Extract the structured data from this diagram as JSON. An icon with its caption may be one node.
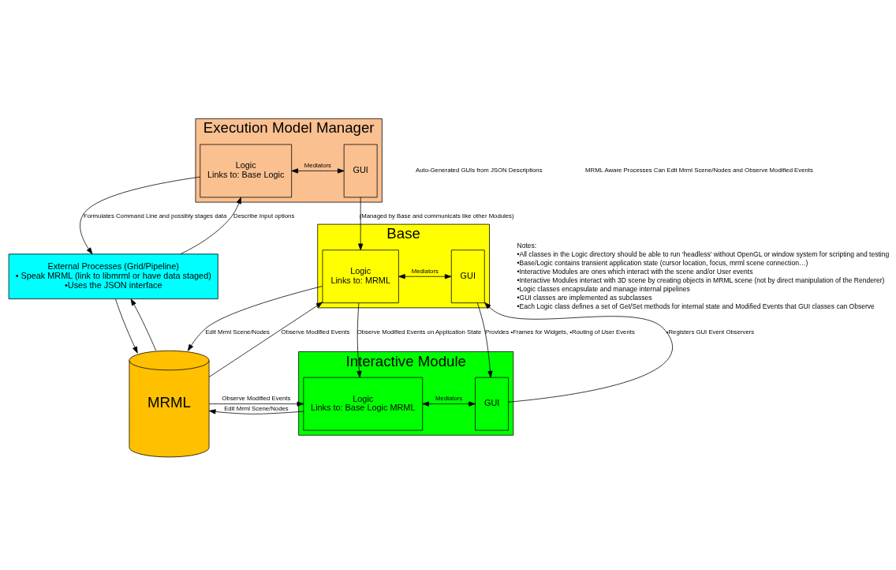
{
  "diagram": {
    "nodes": [
      {
        "text": [
          "Execution Model Manager"
        ]
      },
      {
        "text": [
          "Logic",
          "Links to: Base Logic"
        ],
        "in": 0
      },
      {
        "text": [
          "GUI"
        ],
        "in": 0
      },
      {
        "text": [
          "Base"
        ]
      },
      {
        "text": [
          "Logic",
          "Links to: MRML"
        ],
        "in": 3
      },
      {
        "text": [
          "GUI"
        ],
        "in": 3
      },
      {
        "text": [
          "MRML"
        ]
      },
      {
        "text": [
          "Interactive Module"
        ]
      },
      {
        "text": [
          "Logic",
          "Links to: Base Logic MRML"
        ],
        "in": 7
      },
      {
        "text": [
          "GUI"
        ],
        "in": 7
      },
      {
        "text": [
          "External Processes (Grid/Pipeline)",
          "• Speak MRML (link to libmrml or have data staged)",
          "•Uses the JSON interface"
        ]
      }
    ],
    "edges": [
      {
        "from": 1,
        "to": 2,
        "arrow": "both",
        "label": "Mediators"
      },
      {
        "from": 2,
        "to": 4,
        "arrow": "to",
        "label": "(Managed by Base and communicats like other Modules)"
      },
      {
        "from": 4,
        "to": 5,
        "arrow": "both",
        "label": "Mediators"
      },
      {
        "from": 6,
        "to": 4,
        "arrow": "to",
        "label": "Observe Modified Events"
      },
      {
        "from": 4,
        "to": 6,
        "arrow": "to",
        "label": "Edit Mrml Scene/Nodes"
      },
      {
        "from": 4,
        "to": 8,
        "arrow": "to",
        "label": "Observe Modified Events on Application State"
      },
      {
        "from": 9,
        "to": 5,
        "arrow": "to",
        "label": "•Registers GUI Event Observers"
      },
      {
        "from": 5,
        "to": 9,
        "arrow": "to",
        "label": "Provides •Frames for Widgets, •Routing of User Events"
      },
      {
        "from": 6,
        "to": 8,
        "arrow": "to",
        "label": "Observe Modified Events"
      },
      {
        "from": 8,
        "to": 6,
        "arrow": "to",
        "label": "Edit Mrml Scene/Nodes"
      },
      {
        "from": 8,
        "to": 9,
        "arrow": "both",
        "label": "Mediators"
      },
      {
        "from": 1,
        "to": 10,
        "arrow": "to",
        "label": "Formulates Command Line and possibly stages data"
      },
      {
        "from": 10,
        "to": 1,
        "arrow": "to",
        "label": "Describe Input options"
      },
      {
        "from": 10,
        "to": 6,
        "arrow": "to"
      },
      {
        "from": 6,
        "to": 10,
        "arrow": "to"
      }
    ],
    "labels": [
      "Auto-Generated GUIs from JSON Descriptions",
      "MRML Aware Processes Can Edit Mrml Scene/Nodes and Observe Modified Events",
      "Notes:",
      "•All classes in the Logic directory should be able to run ‘headless’ without OpenGL or window system for scripting and testing",
      "•Base/Logic contains transient application state (cursor location, focus, mrml scene connection…)",
      "•Interactive Modules are ones which interact with the scene and/or User events",
      "•Interactive Modules interact with 3D scene by creating objects in MRML scene (not by direct manipulation of the Renderer)",
      "•Logic classes encapsulate and manage internal pipelines",
      "•GUI classes are implemented as subclasses",
      "•Each Logic class defines a set of Get/Set methods for internal state and Modified Events that GUI classes can Observe"
    ]
  }
}
